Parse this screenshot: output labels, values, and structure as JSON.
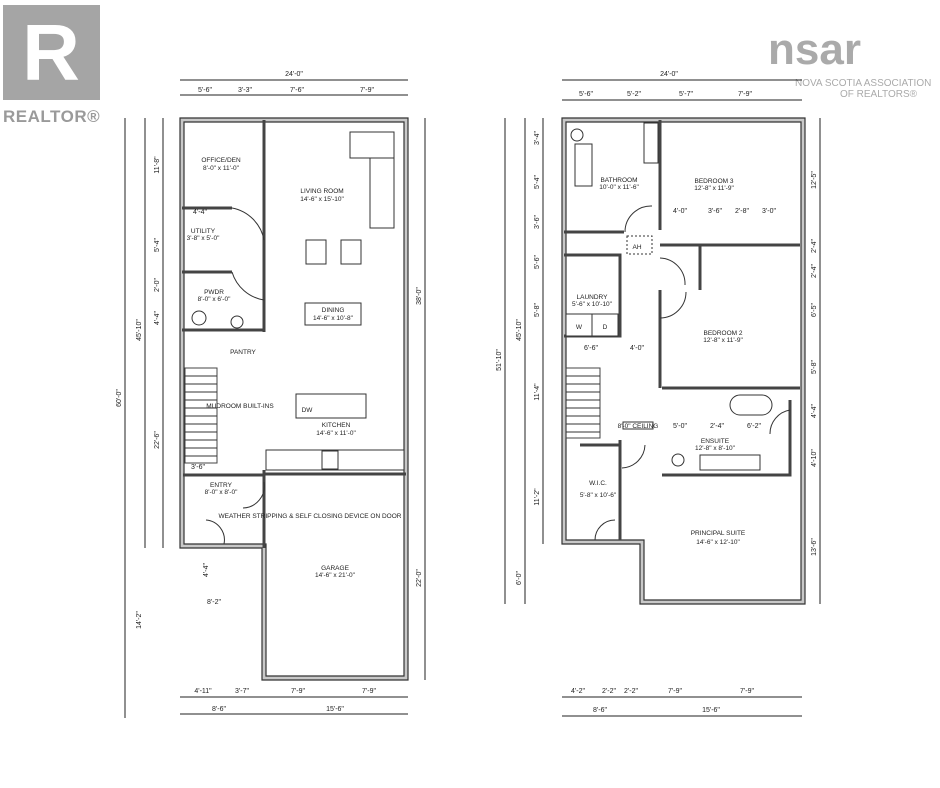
{
  "logos": {
    "realtor": "REALTOR®",
    "nsar": "nsar",
    "nsar_line1": "NOVA SCOTIA ASSOCIATION",
    "nsar_line2": "OF REALTORS®"
  },
  "main_floor": {
    "overall_width": "24'-0\"",
    "top_dims": [
      "5'-6\"",
      "3'-3\"",
      "7'-6\"",
      "7'-9\""
    ],
    "bottom_dims": [
      "4'-11\"",
      "3'-7\"",
      "7'-9\"",
      "7'-9\""
    ],
    "bottom_totals": [
      "8'-6\"",
      "15'-6\""
    ],
    "left_dims": [
      "11'-8\"",
      "5'-4\"",
      "2'-0\"",
      "4'-4\"",
      "22'-6\"",
      "14'-2\""
    ],
    "left_totals": [
      "45'-10\"",
      "60'-0\""
    ],
    "right_dims": [
      "38'-0\"",
      "22'-0\""
    ],
    "inner_dims": [
      "4'-4\"",
      "3'-6\"",
      "4'-4\"",
      "8'-2\""
    ],
    "rooms": [
      {
        "name": "OFFICE/DEN",
        "size": "8'-0\" x 11'-0\""
      },
      {
        "name": "LIVING ROOM",
        "size": "14'-6\" x 15'-10\""
      },
      {
        "name": "UTILITY",
        "size": "3'-8\" x 5'-0\""
      },
      {
        "name": "PWDR",
        "size": "8'-0\" x 6'-0\""
      },
      {
        "name": "DINING",
        "size": "14'-6\" x 10'-8\""
      },
      {
        "name": "PANTRY",
        "size": ""
      },
      {
        "name": "KITCHEN",
        "size": "14'-6\" x 11'-0\""
      },
      {
        "name": "ENTRY",
        "size": "8'-0\" x 8'-0\""
      },
      {
        "name": "GARAGE",
        "size": "14'-6\" x 21'-0\""
      }
    ],
    "notes": {
      "mudroom": "MUDROOM BUILT-INS",
      "dw": "DW",
      "weather": "WEATHER STRIPPING & SELF CLOSING DEVICE ON DOOR"
    }
  },
  "upper_floor": {
    "overall_width": "24'-0\"",
    "top_dims": [
      "5'-6\"",
      "5'-2\"",
      "5'-7\"",
      "7'-9\""
    ],
    "bottom_dims": [
      "4'-2\"",
      "2'-2\"",
      "2'-2\"",
      "7'-9\"",
      "7'-9\""
    ],
    "bottom_totals": [
      "8'-6\"",
      "15'-6\""
    ],
    "left_dims": [
      "3'-4\"",
      "5'-4\"",
      "3'-6\"",
      "5'-6\"",
      "5'-8\"",
      "11'-4\"",
      "11'-2\"",
      "6'-0\""
    ],
    "left_totals": [
      "45'-10\"",
      "51'-10\""
    ],
    "right_dims": [
      "12'-5\"",
      "2'-4\"",
      "2'-4\"",
      "6'-5\"",
      "5'-8\"",
      "4'-4\"",
      "4'-10\"",
      "13'-6\""
    ],
    "inner_dims": [
      "4'-0\"",
      "3'-6\"",
      "2'-8\"",
      "3'-0\"",
      "6'-6\"",
      "4'-0\"",
      "5'-0\"",
      "2'-4\"",
      "6'-2\""
    ],
    "rooms": [
      {
        "name": "BATHROOM",
        "size": "10'-0\" x 11'-6\""
      },
      {
        "name": "BEDROOM 3",
        "size": "12'-8\" x 11'-9\""
      },
      {
        "name": "LAUNDRY",
        "size": "5'-6\" x 10'-10\""
      },
      {
        "name": "BEDROOM 2",
        "size": "12'-8\" x 11'-9\""
      },
      {
        "name": "ENSUITE",
        "size": "12'-8\" x 8'-10\""
      },
      {
        "name": "W.I.C.",
        "size": "5'-8\" x 10'-6\""
      },
      {
        "name": "PRINCIPAL SUITE",
        "size": "14'-6\" x 12'-10\""
      }
    ],
    "notes": {
      "ah": "AH",
      "w": "W",
      "d": "D",
      "ceiling": "8'-0\" CEILING"
    }
  }
}
